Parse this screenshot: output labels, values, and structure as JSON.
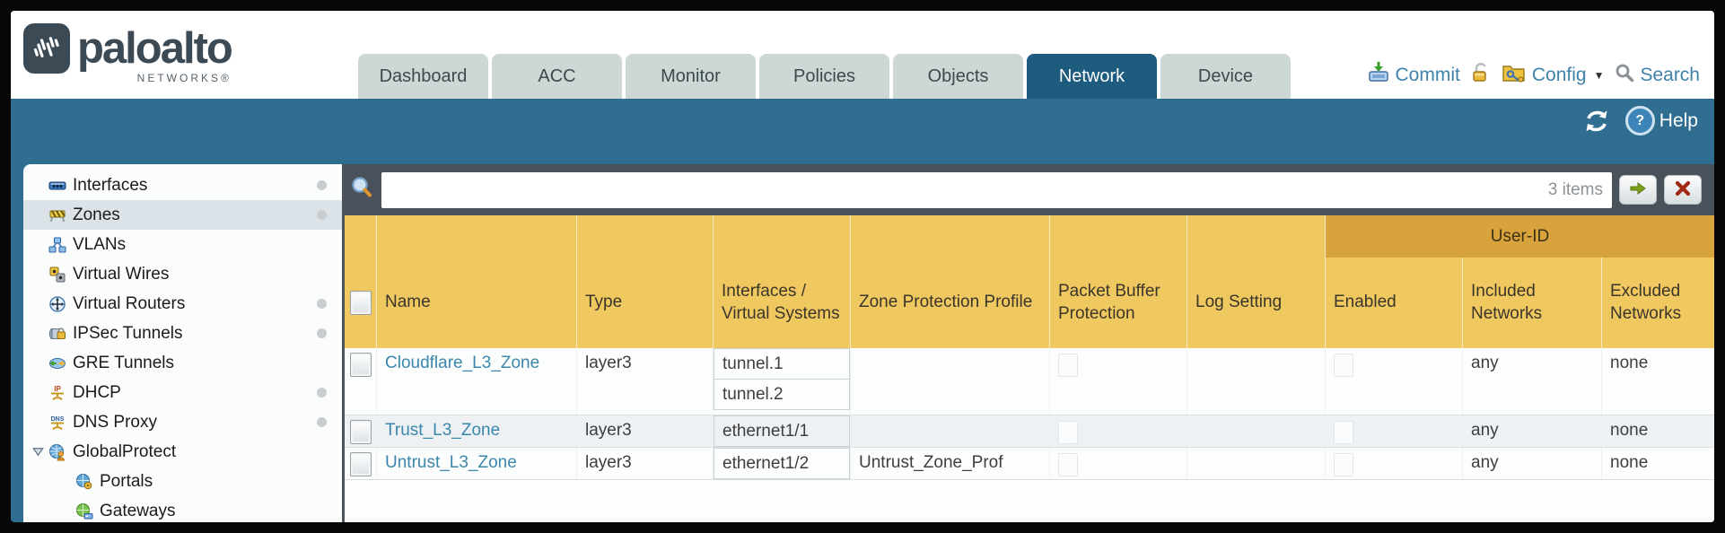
{
  "header": {
    "logo": {
      "brand": "paloalto",
      "sub": "NETWORKS®"
    },
    "tabs": [
      {
        "label": "Dashboard",
        "active": false
      },
      {
        "label": "ACC",
        "active": false
      },
      {
        "label": "Monitor",
        "active": false
      },
      {
        "label": "Policies",
        "active": false
      },
      {
        "label": "Objects",
        "active": false
      },
      {
        "label": "Network",
        "active": true
      },
      {
        "label": "Device",
        "active": false
      }
    ],
    "actions": {
      "commit": "Commit",
      "config": "Config",
      "search": "Search"
    }
  },
  "toolbar": {
    "help": "Help"
  },
  "sidebar": {
    "items": [
      {
        "label": "Interfaces",
        "icon": "interfaces-icon",
        "dot": true,
        "selected": false,
        "child": false,
        "expanded": false
      },
      {
        "label": "Zones",
        "icon": "zones-icon",
        "dot": true,
        "selected": true,
        "child": false,
        "expanded": false
      },
      {
        "label": "VLANs",
        "icon": "vlans-icon",
        "dot": false,
        "selected": false,
        "child": false,
        "expanded": false
      },
      {
        "label": "Virtual Wires",
        "icon": "virtual-wires-icon",
        "dot": false,
        "selected": false,
        "child": false,
        "expanded": false
      },
      {
        "label": "Virtual Routers",
        "icon": "virtual-routers-icon",
        "dot": true,
        "selected": false,
        "child": false,
        "expanded": false
      },
      {
        "label": "IPSec Tunnels",
        "icon": "ipsec-tunnels-icon",
        "dot": true,
        "selected": false,
        "child": false,
        "expanded": false
      },
      {
        "label": "GRE Tunnels",
        "icon": "gre-tunnels-icon",
        "dot": false,
        "selected": false,
        "child": false,
        "expanded": false
      },
      {
        "label": "DHCP",
        "icon": "dhcp-icon",
        "dot": true,
        "selected": false,
        "child": false,
        "expanded": false
      },
      {
        "label": "DNS Proxy",
        "icon": "dns-proxy-icon",
        "dot": true,
        "selected": false,
        "child": false,
        "expanded": false
      },
      {
        "label": "GlobalProtect",
        "icon": "globalprotect-icon",
        "dot": false,
        "selected": false,
        "child": false,
        "expanded": true
      },
      {
        "label": "Portals",
        "icon": "portals-icon",
        "dot": false,
        "selected": false,
        "child": true,
        "expanded": false
      },
      {
        "label": "Gateways",
        "icon": "gateways-icon",
        "dot": false,
        "selected": false,
        "child": true,
        "expanded": false
      }
    ]
  },
  "search_bar": {
    "query": "",
    "items_count": "3 items"
  },
  "table": {
    "group_header": "User-ID",
    "columns": [
      "",
      "Name",
      "Type",
      "Interfaces / Virtual Systems",
      "Zone Protection Profile",
      "Packet Buffer Protection",
      "Log Setting",
      "Enabled",
      "Included Networks",
      "Excluded Networks"
    ],
    "rows": [
      {
        "name": "Cloudflare_L3_Zone",
        "type": "layer3",
        "interfaces": [
          "tunnel.1",
          "tunnel.2"
        ],
        "zone_protection_profile": "",
        "log_setting": "",
        "included_networks": "any",
        "excluded_networks": "none"
      },
      {
        "name": "Trust_L3_Zone",
        "type": "layer3",
        "interfaces": [
          "ethernet1/1"
        ],
        "zone_protection_profile": "",
        "log_setting": "",
        "included_networks": "any",
        "excluded_networks": "none"
      },
      {
        "name": "Untrust_L3_Zone",
        "type": "layer3",
        "interfaces": [
          "ethernet1/2"
        ],
        "zone_protection_profile": "Untrust_Zone_Prof",
        "log_setting": "",
        "included_networks": "any",
        "excluded_networks": "none"
      }
    ]
  },
  "colors": {
    "teal_band": "#2f6e91",
    "active_tab": "#1d5b7f",
    "header_orange": "#f0c860",
    "group_band": "#d8a33c",
    "link_blue": "#3a87ab",
    "filter_bar": "#49515a"
  }
}
